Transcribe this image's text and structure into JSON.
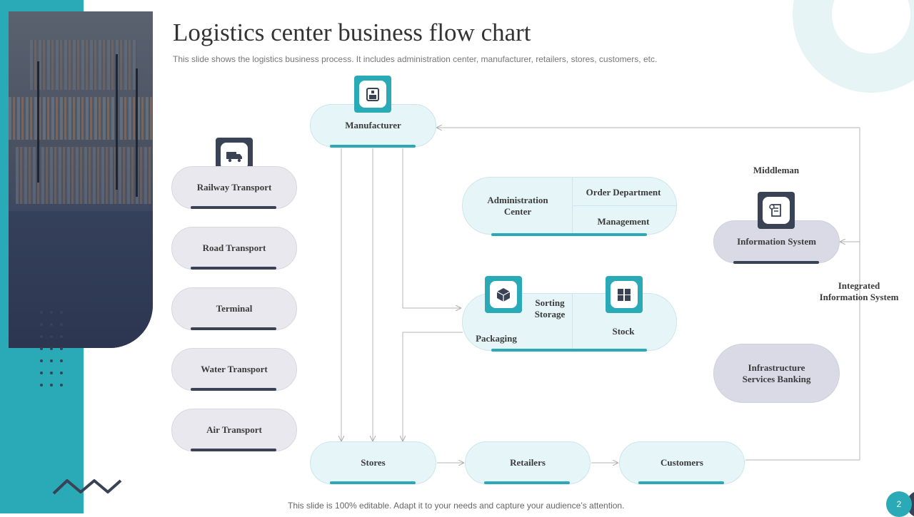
{
  "title": "Logistics center business flow chart",
  "subtitle": "This slide shows the logistics business process. It includes administration center, manufacturer, retailers, stores, customers, etc.",
  "footer": "This slide is 100% editable. Adapt it to your needs and capture your audience’s attention.",
  "page_number": "2",
  "transport": {
    "railway": "Railway  Transport",
    "road": "Road  Transport",
    "terminal": "Terminal",
    "water": "Water Transport",
    "air": "Air Transport"
  },
  "manufacturer": "Manufacturer",
  "admin": {
    "center": "Administration Center",
    "order": "Order Department",
    "management": "Management"
  },
  "warehouse": {
    "sorting": "Sorting Storage",
    "packaging": "Packaging",
    "stock": "Stock"
  },
  "middleman": "Middleman",
  "info_system": "Information  System",
  "integrated": "Integrated Information  System",
  "infrastructure": "Infrastructure Services Banking",
  "bottom": {
    "stores": "Stores",
    "retailers": "Retailers",
    "customers": "Customers"
  },
  "colors": {
    "teal": "#2aa9b6",
    "dark": "#3a4256",
    "light_teal": "#e6f5f8",
    "grey": "#e8e8ee"
  },
  "icons": [
    "truck-icon",
    "factory-icon",
    "box-icon",
    "boxes-icon",
    "info-document-icon"
  ]
}
